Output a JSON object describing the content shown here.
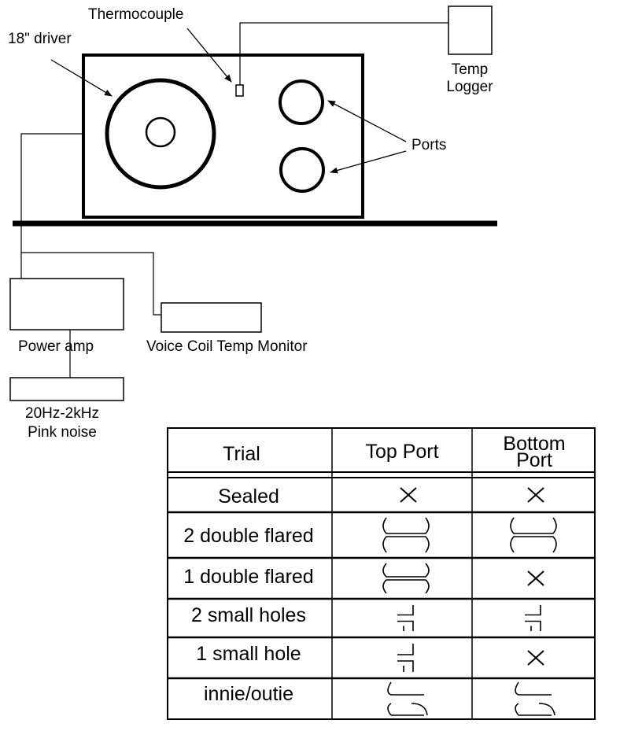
{
  "diagram": {
    "labels": {
      "thermocouple": "Thermocouple",
      "driver": "18\" driver",
      "temp_logger_line1": "Temp",
      "temp_logger_line2": "Logger",
      "ports": "Ports",
      "power_amp": "Power amp",
      "voice_coil_monitor": "Voice Coil Temp Monitor",
      "noise_line1": "20Hz-2kHz",
      "noise_line2": "Pink noise"
    }
  },
  "table": {
    "headers": {
      "trial": "Trial",
      "top_port": "Top Port",
      "bottom_port_line1": "Bottom",
      "bottom_port_line2": "Port"
    },
    "rows": [
      {
        "trial": "Sealed",
        "top": "x-mark",
        "bottom": "x-mark"
      },
      {
        "trial": "2 double flared",
        "top": "double-flared-port-icon",
        "bottom": "double-flared-port-icon"
      },
      {
        "trial": "1 double flared",
        "top": "double-flared-port-icon",
        "bottom": "x-mark"
      },
      {
        "trial": "2 small holes",
        "top": "small-hole-port-icon",
        "bottom": "small-hole-port-icon"
      },
      {
        "trial": "1 small hole",
        "top": "small-hole-port-icon",
        "bottom": "x-mark"
      },
      {
        "trial": "innie/outie",
        "top": "innie-outie-port-icon",
        "bottom": "innie-outie-port-icon"
      }
    ]
  }
}
